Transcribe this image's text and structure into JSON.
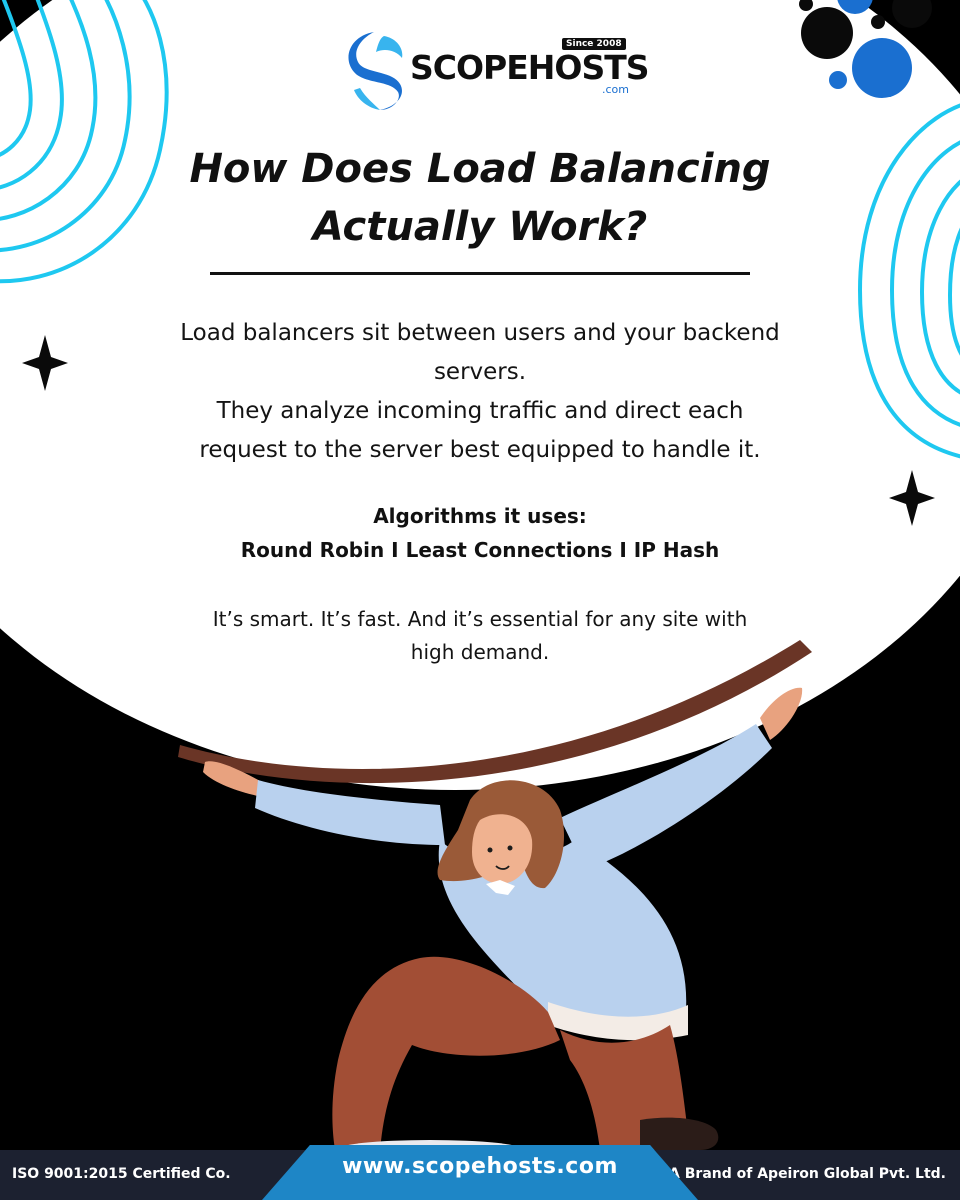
{
  "brand": {
    "name": "SCOPEHOSTS",
    "since_badge": "Since 2008",
    "domain_suffix": ".com"
  },
  "headline": {
    "line1": "How Does Load Balancing",
    "line2": "Actually Work?"
  },
  "body": {
    "line1": "Load balancers sit between users and your backend",
    "line2": "servers.",
    "line3": "They analyze incoming traffic and direct each",
    "line4": "request to the server best equipped to handle it."
  },
  "algorithms": {
    "title": "Algorithms it uses:",
    "list": "Round Robin I Least Connections I IP Hash"
  },
  "closing": {
    "line1": "It’s smart. It’s fast. And it’s essential for any site with",
    "line2": "high demand."
  },
  "footer": {
    "left": "ISO 9001:2015 Certified Co.",
    "url": "www.scopehosts.com",
    "right": "A Brand of Apeiron Global Pvt. Ltd."
  },
  "colors": {
    "background": "#000000",
    "card": "#ffffff",
    "accent_cyan": "#1ec8f0",
    "accent_blue": "#1a6fd0",
    "footer_bar": "#1c2130",
    "sweater": "#b9d1ee",
    "pants": "#a24e35",
    "hair": "#9a5a38"
  },
  "icons": [
    "sparkle-icon",
    "dots-decoration",
    "swirl-decoration",
    "logo-swoosh-icon"
  ]
}
